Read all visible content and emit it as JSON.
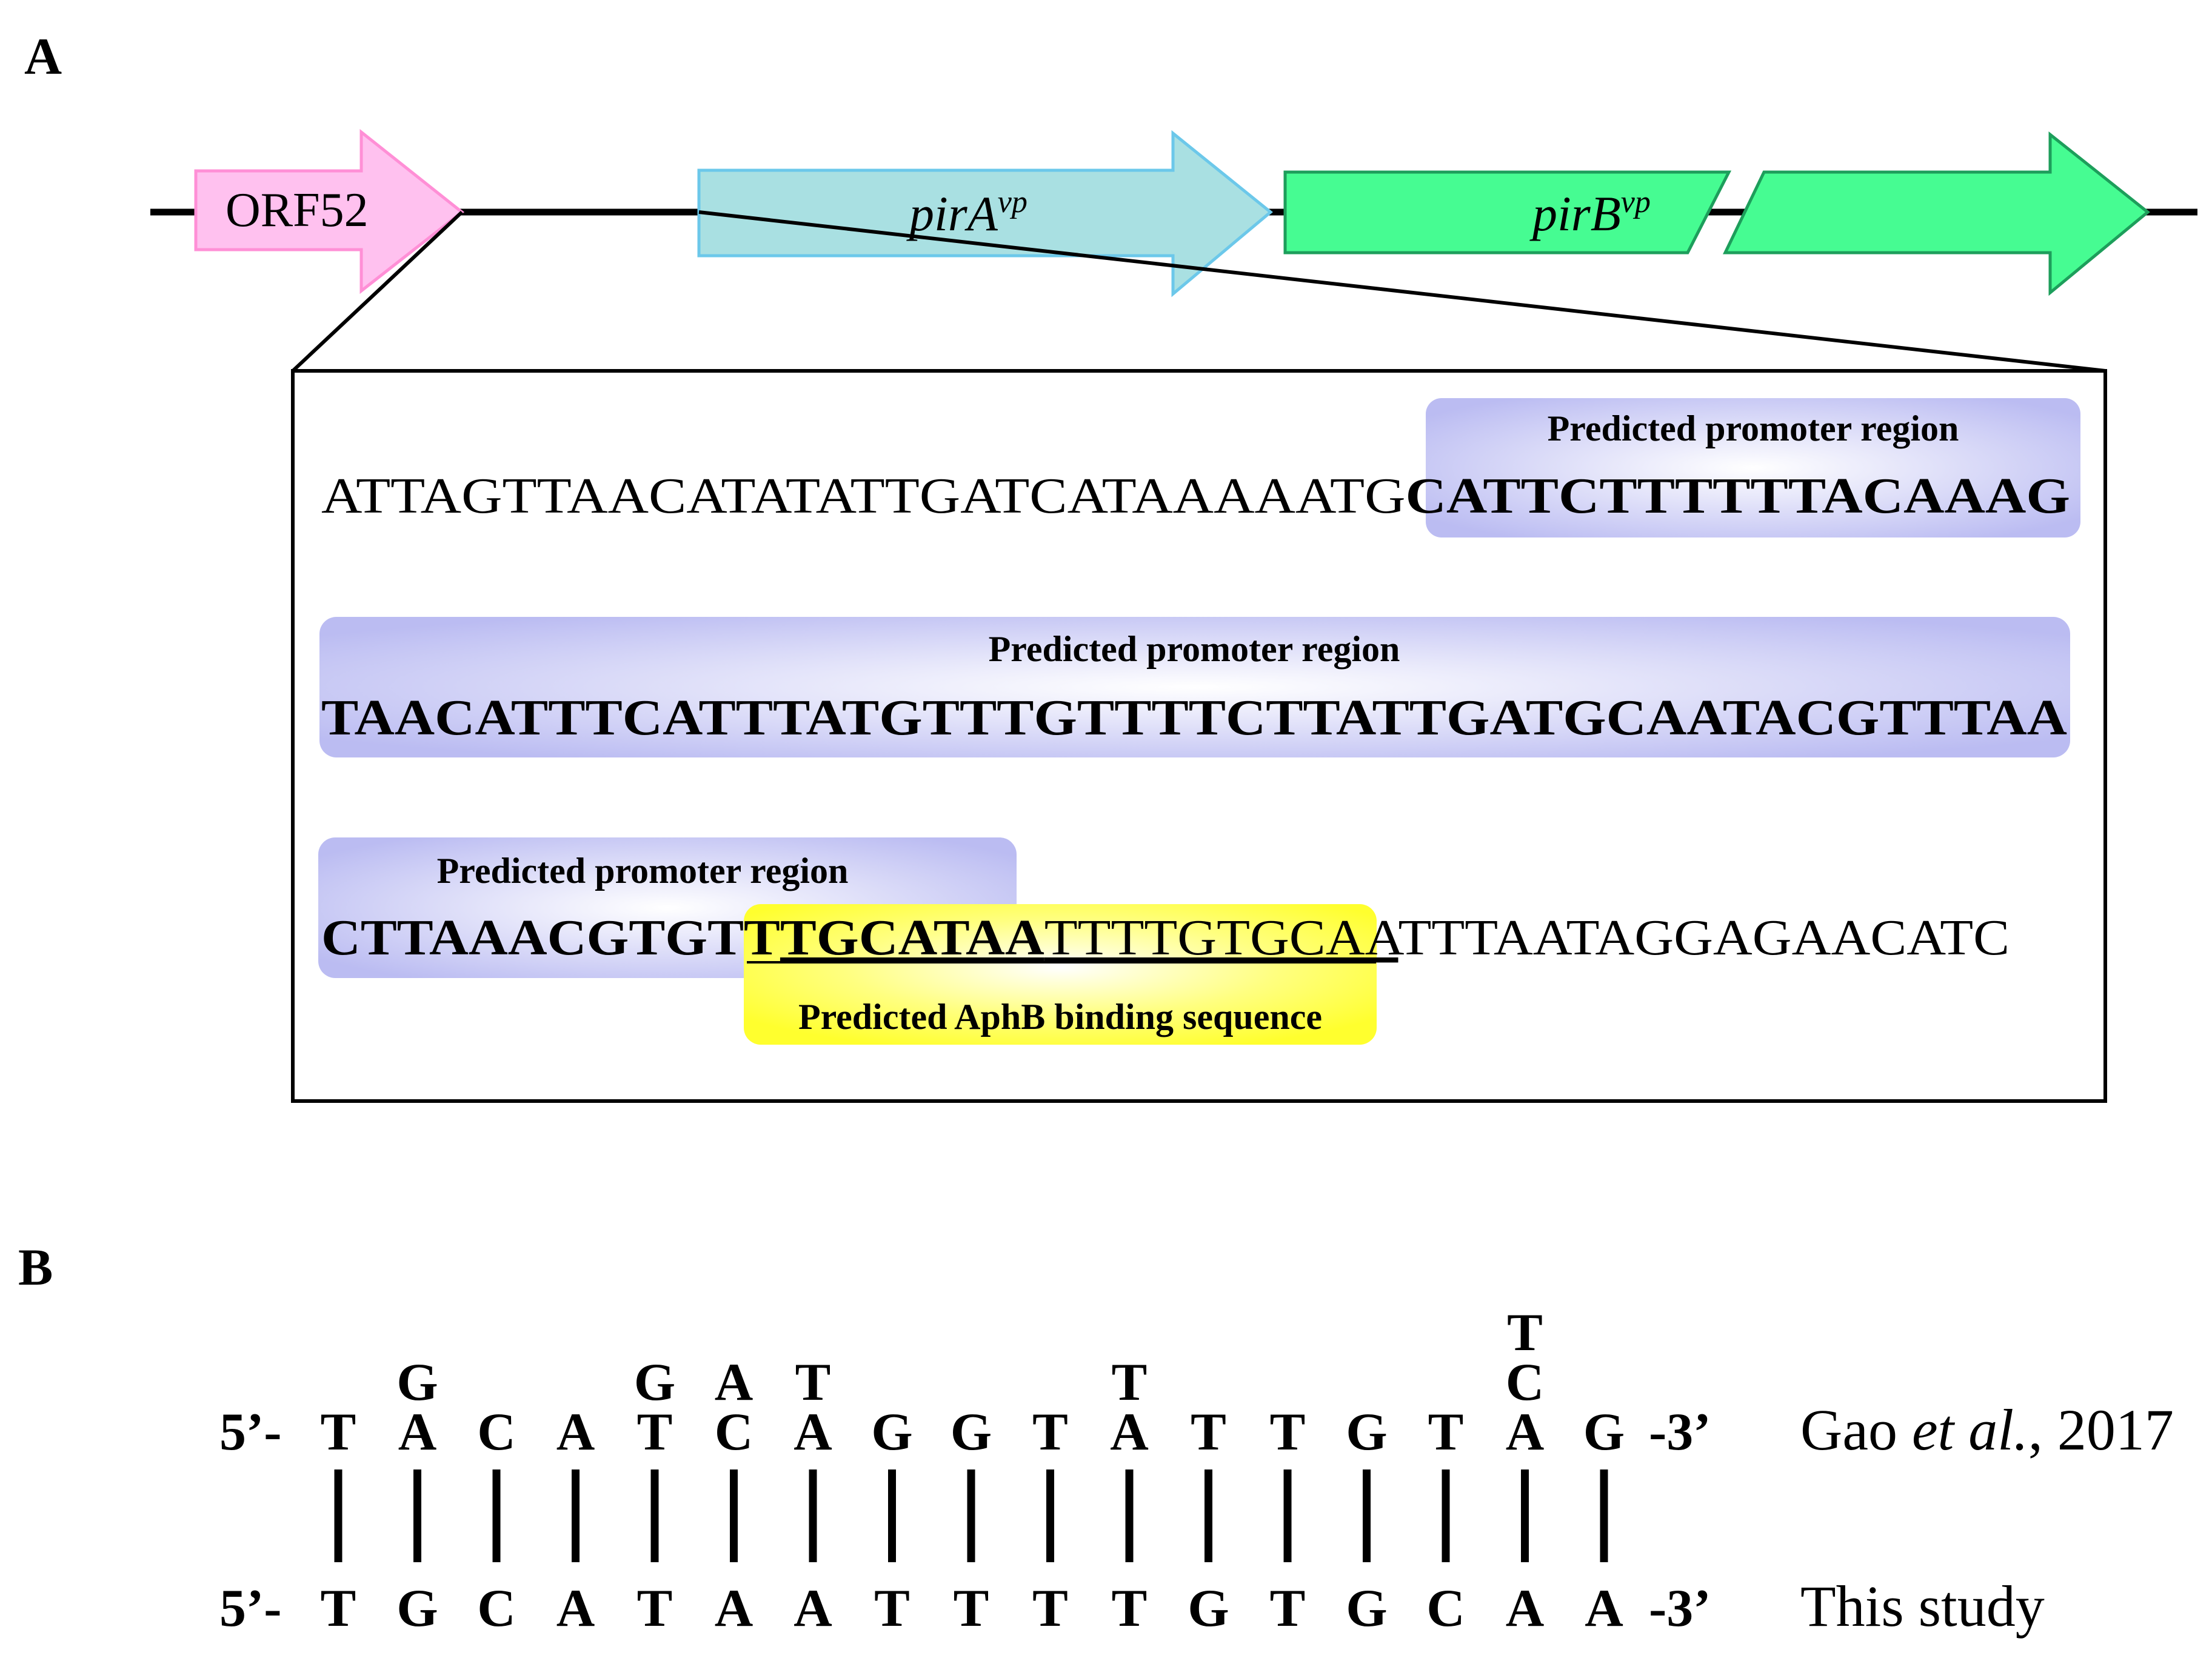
{
  "panel_a": {
    "label": "A",
    "genes": [
      {
        "name": "ORF52",
        "italic": false,
        "sup": "",
        "fill": "#ffc1ef",
        "stroke": "#ff8fd6"
      },
      {
        "name": "pirA",
        "italic": true,
        "sup": "vp",
        "fill": "#a9e0e2",
        "stroke": "#6cc8ea"
      },
      {
        "name": "pirB",
        "italic": true,
        "sup": "vp",
        "fill": "#46fc92",
        "stroke": "#1d9e5b"
      }
    ],
    "rows": [
      {
        "plain_prefix": "ATTAGTTAACATATATTGATCATAAAAATG",
        "bold": "CATTCTTTTTTACAAAG",
        "annotation": "Predicted promoter region"
      },
      {
        "bold": "TAACATTTCATTTATGTTTGTTTTCTTATTGATGCAATACGTTTAA",
        "annotation": "Predicted promoter region"
      },
      {
        "bold_a": "CTTAAACGTGTT",
        "bold_b": "TGCATAA",
        "plain_a": "TTTTGTGCAA",
        "plain_b": "TTTAATAGGAGAACATC",
        "annotation_promoter": "Predicted promoter region",
        "annotation_binding": "Predicted AphB binding sequence"
      }
    ],
    "colors": {
      "promoter": "#bbbcf2",
      "binding": "#ffff2e"
    }
  },
  "panel_b": {
    "label": "B",
    "prefix": "5’-",
    "suffix": "-3’",
    "top_seq": [
      "T",
      "A",
      "C",
      "A",
      "T",
      "C",
      "A",
      "G",
      "G",
      "T",
      "A",
      "T",
      "T",
      "G",
      "T",
      "A",
      "G"
    ],
    "variants": [
      [],
      [
        "G"
      ],
      [],
      [],
      [
        "G"
      ],
      [
        "A"
      ],
      [
        "T"
      ],
      [],
      [],
      [],
      [
        "T"
      ],
      [],
      [],
      [],
      [],
      [
        "T",
        "C"
      ],
      []
    ],
    "bottom_seq": [
      "T",
      "G",
      "C",
      "A",
      "T",
      "A",
      "A",
      "T",
      "T",
      "T",
      "T",
      "G",
      "T",
      "G",
      "C",
      "A",
      "A"
    ],
    "top_ref": {
      "before": "Gao ",
      "italic": "et al.",
      "after": ", 2017"
    },
    "bottom_ref": "This study"
  }
}
